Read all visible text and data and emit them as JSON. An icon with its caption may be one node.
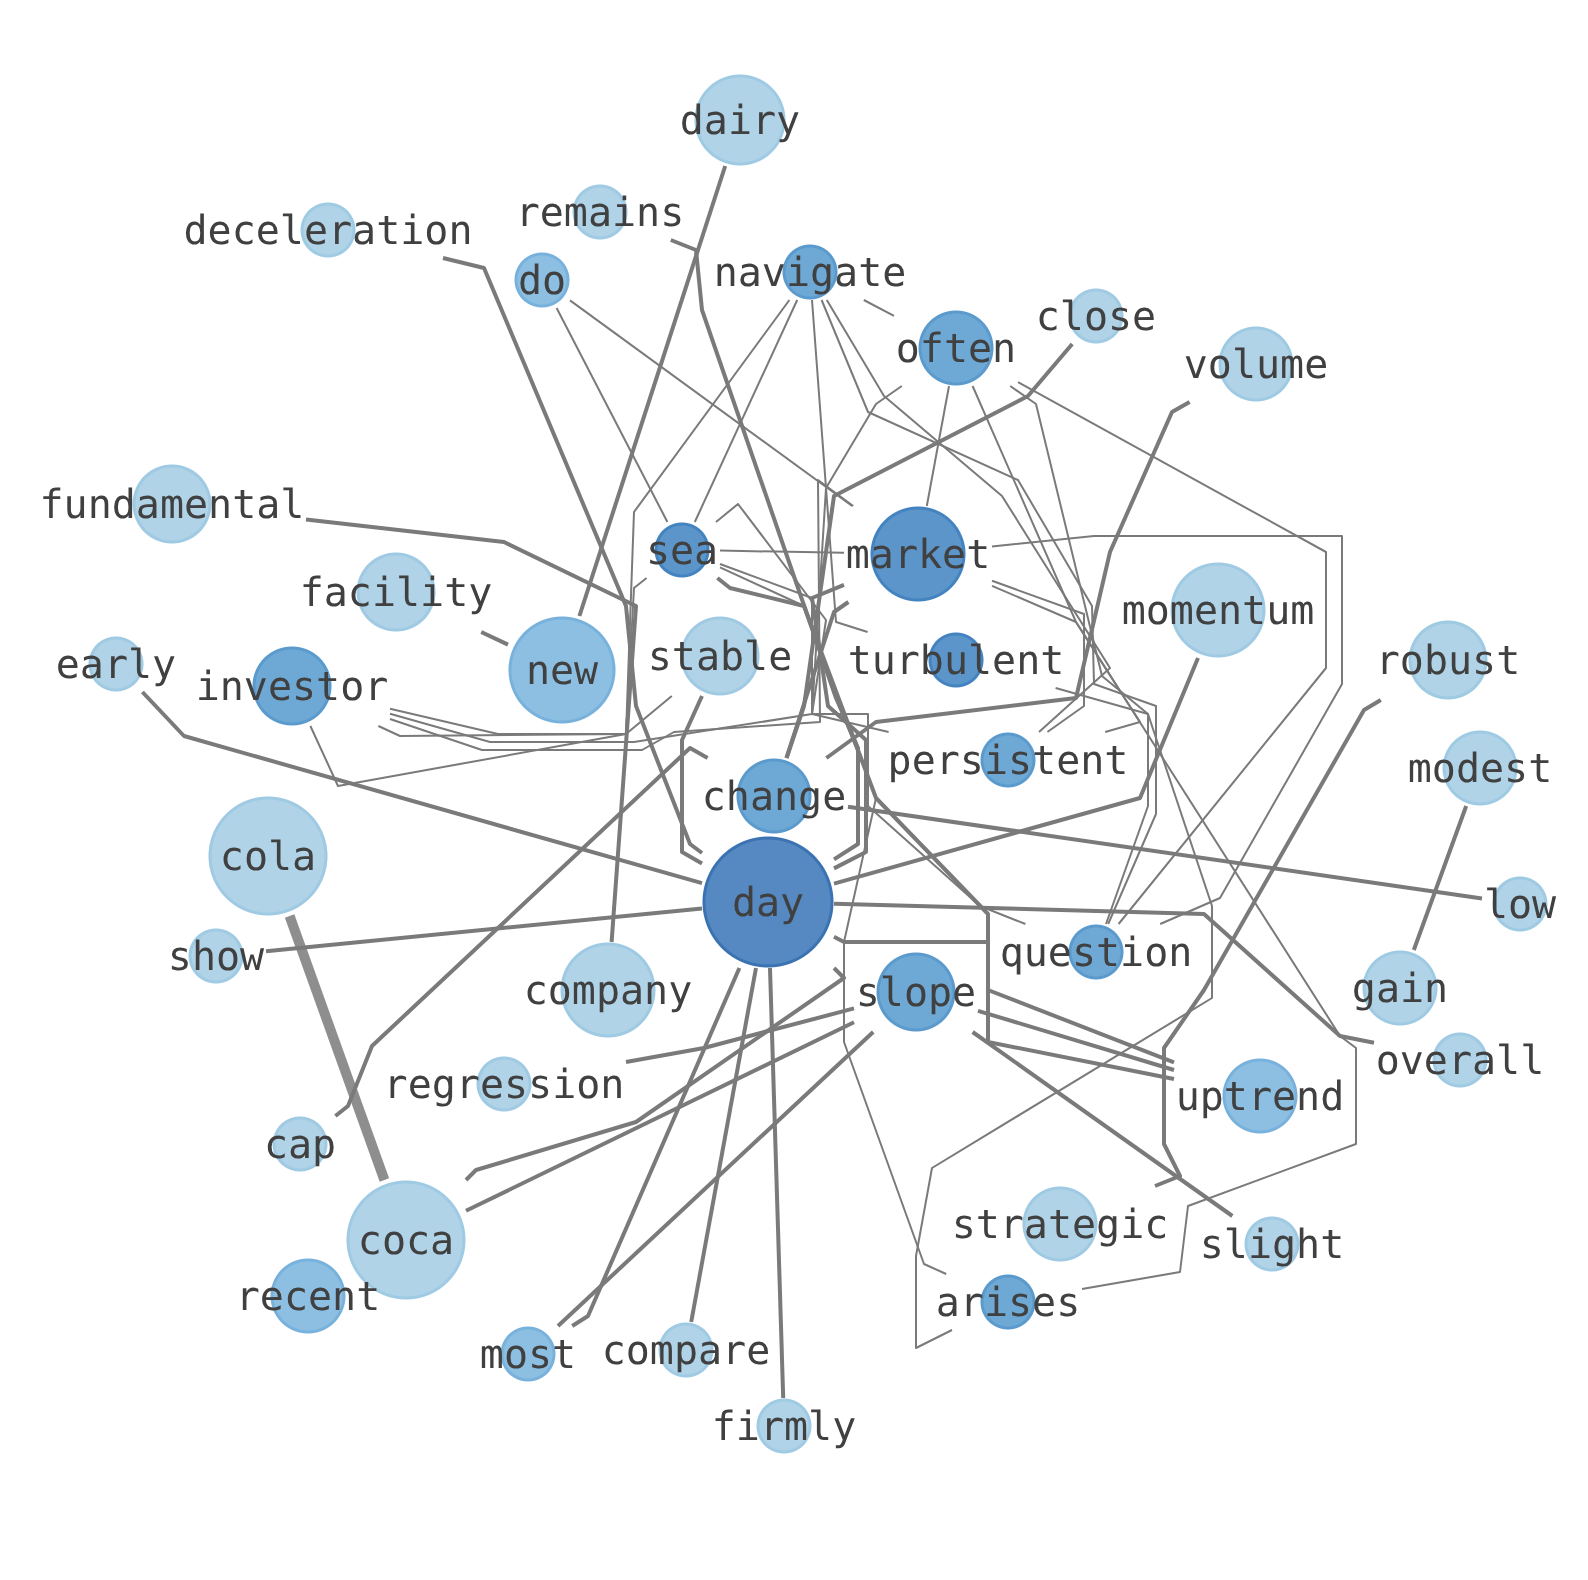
{
  "diagram": {
    "nodes": [
      {
        "text": [
          "dairy"
        ]
      },
      {
        "text": [
          "deceleration"
        ]
      },
      {
        "text": [
          "remains"
        ]
      },
      {
        "text": [
          "do"
        ]
      },
      {
        "text": [
          "navigate"
        ]
      },
      {
        "text": [
          "often"
        ]
      },
      {
        "text": [
          "close"
        ]
      },
      {
        "text": [
          "volume"
        ]
      },
      {
        "text": [
          "fundamental"
        ]
      },
      {
        "text": [
          "sea"
        ]
      },
      {
        "text": [
          "market"
        ]
      },
      {
        "text": [
          "facility"
        ]
      },
      {
        "text": [
          "momentum"
        ]
      },
      {
        "text": [
          "robust"
        ]
      },
      {
        "text": [
          "early"
        ]
      },
      {
        "text": [
          "investor"
        ]
      },
      {
        "text": [
          "new"
        ]
      },
      {
        "text": [
          "stable"
        ]
      },
      {
        "text": [
          "turbulent"
        ]
      },
      {
        "text": [
          "modest"
        ]
      },
      {
        "text": [
          "persistent"
        ]
      },
      {
        "text": [
          "change"
        ]
      },
      {
        "text": [
          "cola"
        ]
      },
      {
        "text": [
          "low"
        ]
      },
      {
        "text": [
          "day"
        ]
      },
      {
        "text": [
          "show"
        ]
      },
      {
        "text": [
          "question"
        ]
      },
      {
        "text": [
          "slope"
        ]
      },
      {
        "text": [
          "company"
        ]
      },
      {
        "text": [
          "gain"
        ]
      },
      {
        "text": [
          "regression"
        ]
      },
      {
        "text": [
          "uptrend"
        ]
      },
      {
        "text": [
          "overall"
        ]
      },
      {
        "text": [
          "cap"
        ]
      },
      {
        "text": [
          "strategic"
        ]
      },
      {
        "text": [
          "slight"
        ]
      },
      {
        "text": [
          "coca"
        ]
      },
      {
        "text": [
          "recent"
        ]
      },
      {
        "text": [
          "arises"
        ]
      },
      {
        "text": [
          "most"
        ]
      },
      {
        "text": [
          "compare"
        ]
      },
      {
        "text": [
          "firmly"
        ]
      }
    ],
    "edges": [
      {
        "from": 1,
        "to": 24,
        "arrow": "none"
      },
      {
        "from": 8,
        "to": 28,
        "arrow": "none"
      },
      {
        "from": 0,
        "to": 16,
        "arrow": "none"
      },
      {
        "from": 2,
        "to": 24,
        "arrow": "none"
      },
      {
        "from": 11,
        "to": 16,
        "arrow": "none"
      },
      {
        "from": 14,
        "to": 24,
        "arrow": "none"
      },
      {
        "from": 25,
        "to": 24,
        "arrow": "none"
      },
      {
        "from": 30,
        "to": 27,
        "arrow": "none"
      },
      {
        "from": 33,
        "to": 21,
        "arrow": "none"
      },
      {
        "from": 36,
        "to": 24,
        "arrow": "none"
      },
      {
        "from": 36,
        "to": 27,
        "arrow": "none"
      },
      {
        "from": 39,
        "to": 24,
        "arrow": "none"
      },
      {
        "from": 39,
        "to": 27,
        "arrow": "none"
      },
      {
        "from": 40,
        "to": 24,
        "arrow": "none"
      },
      {
        "from": 41,
        "to": 24,
        "arrow": "none"
      },
      {
        "from": 24,
        "to": 31,
        "arrow": "none"
      },
      {
        "from": 27,
        "to": 31,
        "arrow": "none"
      },
      {
        "from": 24,
        "to": 32,
        "arrow": "none"
      },
      {
        "from": 21,
        "to": 23,
        "arrow": "none"
      },
      {
        "from": 27,
        "to": 35,
        "arrow": "none"
      },
      {
        "from": 9,
        "to": 31,
        "arrow": "none"
      },
      {
        "from": 6,
        "to": 21,
        "arrow": "none"
      },
      {
        "from": 7,
        "to": 21,
        "arrow": "none"
      },
      {
        "from": 12,
        "to": 24,
        "arrow": "none"
      },
      {
        "from": 10,
        "to": 21,
        "arrow": "none"
      },
      {
        "from": 10,
        "to": 24,
        "arrow": "none"
      },
      {
        "from": 17,
        "to": 24,
        "arrow": "none"
      },
      {
        "from": 13,
        "to": 34,
        "arrow": "none"
      },
      {
        "from": 19,
        "to": 29,
        "arrow": "none"
      },
      {
        "from": 22,
        "to": 36,
        "arrow": "none",
        "style": "thick"
      },
      {
        "from": 15,
        "to": 4,
        "arrow": "none"
      },
      {
        "from": 15,
        "to": 5,
        "arrow": "none"
      },
      {
        "from": 15,
        "to": 9,
        "arrow": "none"
      },
      {
        "from": 15,
        "to": 10,
        "arrow": "none"
      },
      {
        "from": 15,
        "to": 17,
        "arrow": "none"
      },
      {
        "from": 3,
        "to": 9,
        "arrow": "none"
      },
      {
        "from": 3,
        "to": 10,
        "arrow": "none"
      },
      {
        "from": 4,
        "to": 5,
        "arrow": "none"
      },
      {
        "from": 4,
        "to": 9,
        "arrow": "none"
      },
      {
        "from": 4,
        "to": 20,
        "arrow": "none"
      },
      {
        "from": 4,
        "to": 26,
        "arrow": "none"
      },
      {
        "from": 4,
        "to": 18,
        "arrow": "none"
      },
      {
        "from": 5,
        "to": 10,
        "arrow": "none"
      },
      {
        "from": 5,
        "to": 20,
        "arrow": "none"
      },
      {
        "from": 5,
        "to": 26,
        "arrow": "none"
      },
      {
        "from": 5,
        "to": 38,
        "arrow": "none"
      },
      {
        "from": 9,
        "to": 10,
        "arrow": "none"
      },
      {
        "from": 9,
        "to": 20,
        "arrow": "none"
      },
      {
        "from": 9,
        "to": 26,
        "arrow": "none"
      },
      {
        "from": 9,
        "to": 38,
        "arrow": "none"
      },
      {
        "from": 10,
        "to": 20,
        "arrow": "none"
      },
      {
        "from": 10,
        "to": 26,
        "arrow": "none"
      },
      {
        "from": 10,
        "to": 38,
        "arrow": "none"
      },
      {
        "from": 18,
        "to": 26,
        "arrow": "none"
      }
    ]
  }
}
